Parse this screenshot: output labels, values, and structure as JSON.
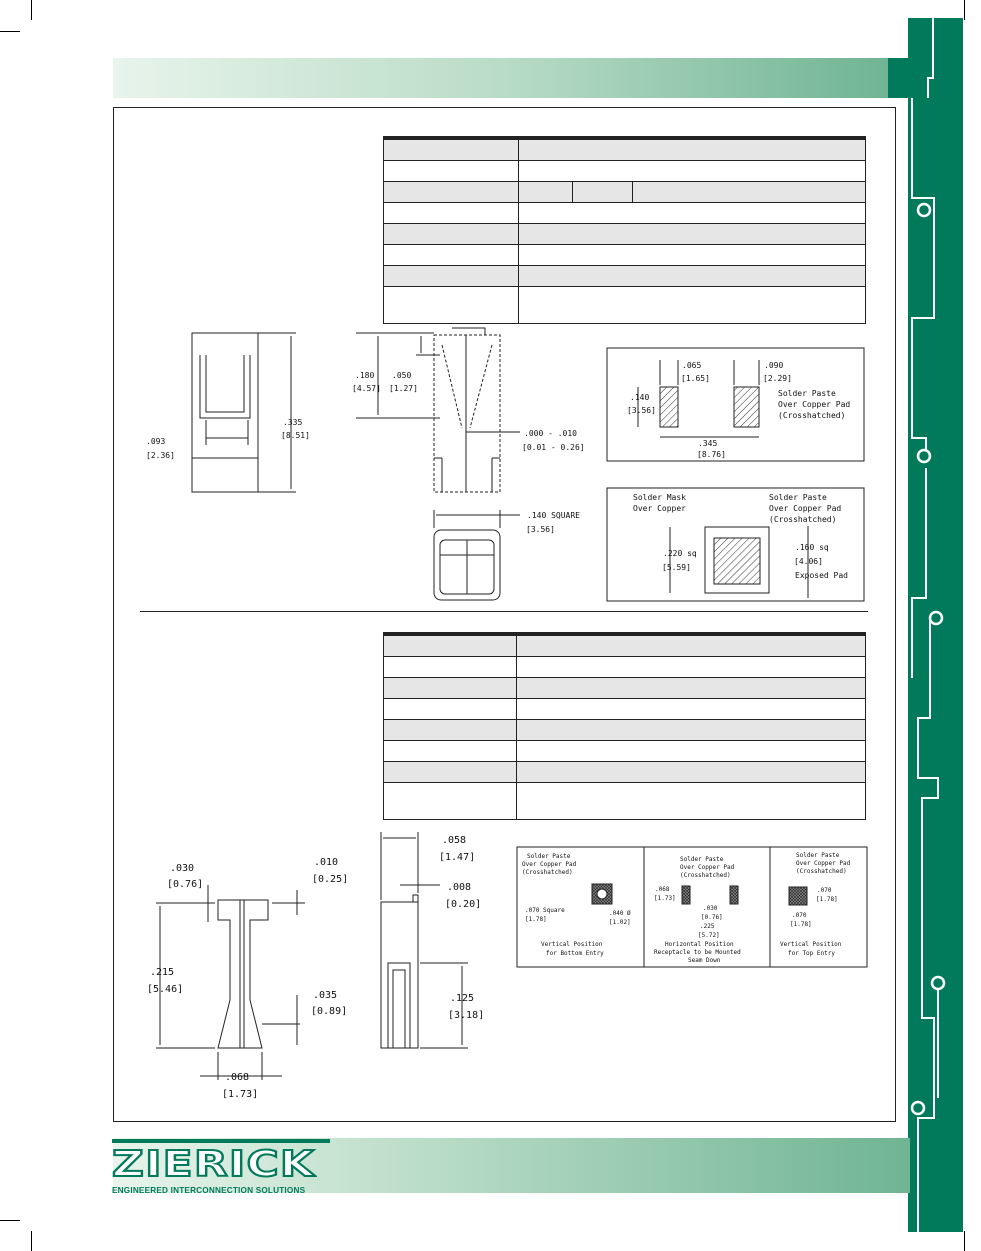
{
  "brand": {
    "name": "ZIERICK",
    "tagline": "ENGINEERED INTERCONNECTION SOLUTIONS",
    "colors": {
      "green": "#007a5a",
      "light": "#e8f4ec"
    }
  },
  "drawing1": {
    "dim_width": ".093",
    "dim_width_mm": "[2.36]",
    "dim_height": ".335",
    "dim_height_mm": "[8.51]",
    "dim_a": ".180",
    "dim_a_mm": "[4.57]",
    "dim_b": ".050",
    "dim_b_mm": "[1.27]",
    "dim_gap": ".000 - .010",
    "dim_gap_mm": "[0.01 - 0.26]",
    "dim_square": ".140 SQUARE",
    "dim_square_mm": "[3.56]"
  },
  "pad1": {
    "w1": ".065",
    "w1_mm": "[1.65]",
    "w2": ".090",
    "w2_mm": "[2.29]",
    "h": ".140",
    "h_mm": "[3.56]",
    "span": ".345",
    "span_mm": "[8.76]",
    "note1": "Solder Paste",
    "note2": "Over Copper Pad",
    "note3": "(Crosshatched)"
  },
  "pad2": {
    "mask1": "Solder Mask",
    "mask2": "Over Copper",
    "note1": "Solder Paste",
    "note2": "Over Copper Pad",
    "note3": "(Crosshatched)",
    "outer": ".220 sq",
    "outer_mm": "[5.59]",
    "inner": ".160 sq",
    "inner_mm": "[4.06]",
    "exposed": "Exposed Pad"
  },
  "drawing2": {
    "d1": ".030",
    "d1_mm": "[0.76]",
    "d2": ".010",
    "d2_mm": "[0.25]",
    "d3": ".215",
    "d3_mm": "[5.46]",
    "d4": ".035",
    "d4_mm": "[0.89]",
    "d5": ".068",
    "d5_mm": "[1.73]",
    "d6": ".058",
    "d6_mm": "[1.47]",
    "d7": ".008",
    "d7_mm": "[0.20]",
    "d8": ".125",
    "d8_mm": "[3.18]"
  },
  "pads3": [
    {
      "n1": "Solder Paste",
      "n2": "Over Copper Pad",
      "n3": "(Crosshatched)",
      "a": ".070 Square",
      "a_mm": "[1.78]",
      "b": ".040 Ø",
      "b_mm": "[1.02]",
      "cap1": "Vertical Position",
      "cap2": "for Bottom Entry"
    },
    {
      "n1": "Solder Paste",
      "n2": "Over Copper Pad",
      "n3": "(Crosshatched)",
      "a": ".068",
      "a_mm": "[1.73]",
      "b": ".030",
      "b_mm": "[0.76]",
      "c": ".225",
      "c_mm": "[5.72]",
      "cap1": "Horizontal Position",
      "cap2": "Receptacle to be Mounted",
      "cap3": "Seam Down"
    },
    {
      "n1": "Solder Paste",
      "n2": "Over Copper Pad",
      "n3": "(Crosshatched)",
      "a": ".070",
      "a_mm": "[1.78]",
      "b": ".070",
      "b_mm": "[1.78]",
      "cap1": "Vertical Position",
      "cap2": "for Top Entry"
    }
  ]
}
